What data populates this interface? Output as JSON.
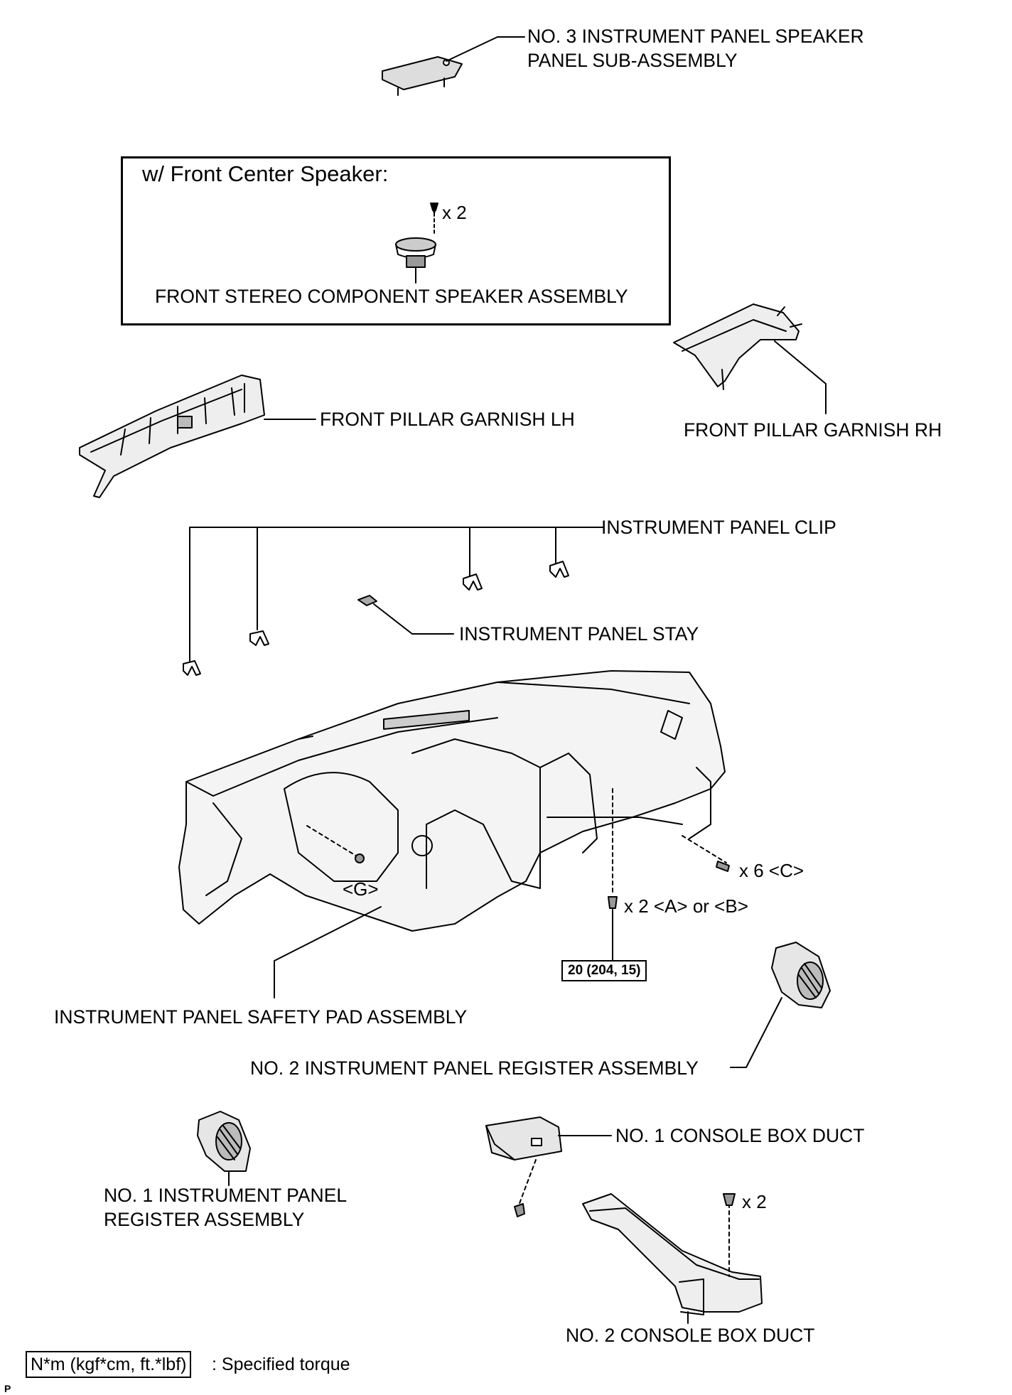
{
  "labels": {
    "speaker_panel": [
      "NO. 3 INSTRUMENT PANEL SPEAKER",
      "PANEL SUB-ASSEMBLY"
    ],
    "inset_title": "w/ Front Center Speaker:",
    "inset_qty": "x 2",
    "inset_speaker": "FRONT STEREO COMPONENT SPEAKER ASSEMBLY",
    "pillar_lh": "FRONT PILLAR GARNISH LH",
    "pillar_rh": "FRONT PILLAR GARNISH RH",
    "panel_clip": "INSTRUMENT PANEL CLIP",
    "panel_stay": "INSTRUMENT PANEL STAY",
    "safety_pad": "INSTRUMENT PANEL SAFETY PAD ASSEMBLY",
    "register_no2": "NO. 2 INSTRUMENT PANEL REGISTER ASSEMBLY",
    "register_no1": [
      "NO. 1 INSTRUMENT PANEL",
      "REGISTER ASSEMBLY"
    ],
    "console_duct_no1": "NO. 1 CONSOLE BOX DUCT",
    "console_duct_no2": "NO. 2 CONSOLE BOX DUCT"
  },
  "fasteners": {
    "clip_g": "<G>",
    "screw_c": "x 6  <C>",
    "bolt_ab": "x 2  <A> or <B>",
    "duct_screw": "x 2"
  },
  "torque": {
    "spec": "20 (204, 15)"
  },
  "legend": {
    "unit_box": "N*m (kgf*cm, ft.*lbf)",
    "description": ": Specified torque"
  },
  "footer": {
    "code": "P"
  }
}
